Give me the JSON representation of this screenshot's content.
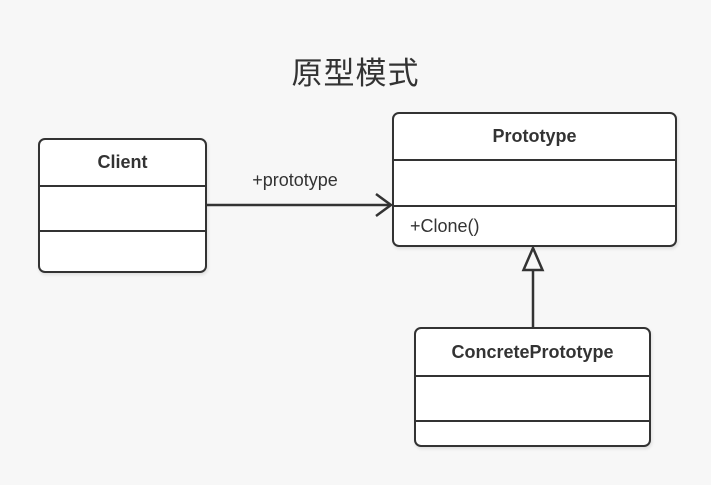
{
  "title": "原型模式",
  "colors": {
    "background": "#f7f7f7",
    "box_fill": "#ffffff",
    "stroke": "#333333",
    "text": "#333333"
  },
  "classes": [
    {
      "name": "Client",
      "attributes_text": "",
      "methods_text": ""
    },
    {
      "name": "Prototype",
      "attributes_text": "",
      "methods_text": "+Clone()"
    },
    {
      "name": "ConcretePrototype",
      "attributes_text": "",
      "methods_text": ""
    }
  ],
  "relationships": [
    {
      "type": "association",
      "from": "Client",
      "to": "Prototype",
      "label": "+prototype",
      "arrowhead": "open"
    },
    {
      "type": "inheritance",
      "from": "ConcretePrototype",
      "to": "Prototype",
      "label": "",
      "arrowhead": "hollow-triangle"
    }
  ]
}
